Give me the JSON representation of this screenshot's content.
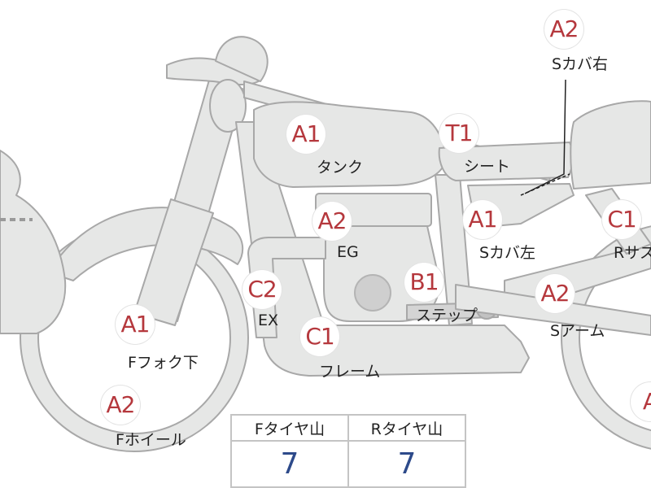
{
  "parts": {
    "s_cover_right": {
      "code": "A2",
      "name": "Sカバ右"
    },
    "tank": {
      "code": "A1",
      "name": "タンク"
    },
    "seat": {
      "code": "T1",
      "name": "シート"
    },
    "engine": {
      "code": "A2",
      "name": "EG"
    },
    "s_cover_left": {
      "code": "A1",
      "name": "Sカバ左"
    },
    "r_suspension": {
      "code": "C1",
      "name": "Rサス"
    },
    "exhaust": {
      "code": "C2",
      "name": "EX"
    },
    "step": {
      "code": "B1",
      "name": "ステップ"
    },
    "swing_arm": {
      "code": "A2",
      "name": "Sアーム"
    },
    "f_fork_lower": {
      "code": "A1",
      "name": "Fフォク下"
    },
    "frame": {
      "code": "C1",
      "name": "フレーム"
    },
    "f_wheel": {
      "code": "A2",
      "name": "Fホイール"
    },
    "r_wheel": {
      "code": "A",
      "name": ""
    }
  },
  "tire_table": {
    "headers": [
      "Fタイヤ山",
      "Rタイヤ山"
    ],
    "values": [
      "7",
      "7"
    ]
  },
  "colors": {
    "part_fill": "#e6e7e6",
    "part_stroke": "#a8a8a8",
    "badge_text": "#b5383d",
    "tire_value": "#2d4a8a"
  }
}
